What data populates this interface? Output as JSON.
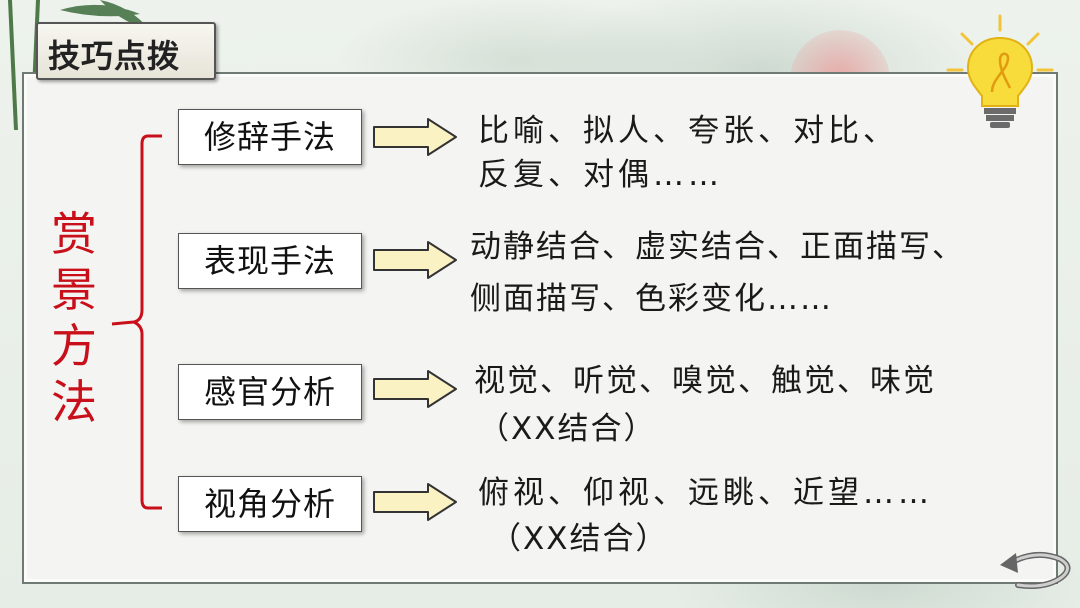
{
  "header": {
    "title": "技巧点拨"
  },
  "main": {
    "title": "赏景方法",
    "categories": [
      {
        "label": "修辞手法",
        "lines": [
          "比喻、拟人、夸张、对比、",
          "反复、对偶……"
        ]
      },
      {
        "label": "表现手法",
        "lines": [
          "动静结合、虚实结合、正面描写、",
          "侧面描写、色彩变化……"
        ]
      },
      {
        "label": "感官分析",
        "lines": [
          "视觉、听觉、嗅觉、触觉、味觉",
          "（XX结合）"
        ]
      },
      {
        "label": "视角分析",
        "lines": [
          "俯视、仰视、远眺、近望……",
          "（XX结合）"
        ]
      }
    ]
  },
  "colors": {
    "accent_red": "#c9101a",
    "arrow_fill": "#fbf2c4",
    "arrow_stroke": "#333333",
    "panel_bg": "#f4f4f3"
  },
  "icons": [
    "bamboo-decoration",
    "lightbulb-icon",
    "back-arrow-icon"
  ]
}
